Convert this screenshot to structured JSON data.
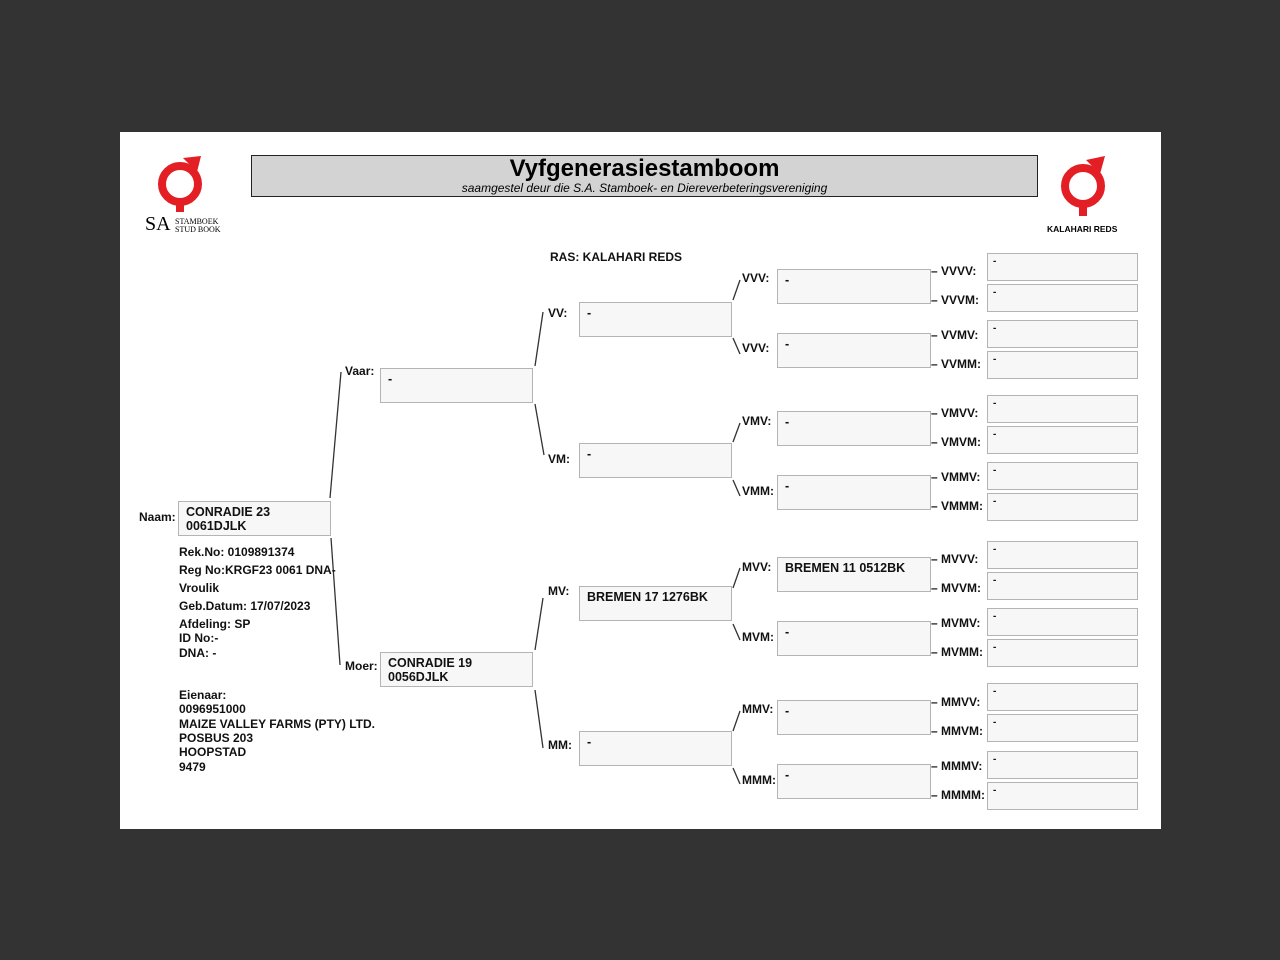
{
  "header": {
    "title": "Vyfgenerasiestamboom",
    "subtitle": "saamgestel deur die S.A. Stamboek- en Diereverbeteringsvereniging",
    "left_logo": {
      "sa": "SA",
      "line1": "STAMBOEK",
      "line2": "STUD BOOK"
    },
    "right_logo": {
      "text": "KALAHARI REDS"
    },
    "brand_color": "#e31e24"
  },
  "breed": "RAS: KALAHARI REDS",
  "animal": {
    "label": "Naam:",
    "name": "CONRADIE 23\n0061DJLK",
    "details": [
      "Rek.No: 0109891374",
      "Reg No:KRGF23 0061 DNA-",
      "Vroulik",
      "Geb.Datum: 17/07/2023",
      "Afdeling: SP",
      "ID No:-",
      "DNA: -"
    ],
    "owner": [
      "Eienaar:",
      "0096951000",
      "MAIZE VALLEY FARMS (PTY) LTD.",
      "POSBUS 203",
      "HOOPSTAD",
      "9479"
    ]
  },
  "gen1": [
    {
      "label": "Vaar:",
      "value": "-"
    },
    {
      "label": "Moer:",
      "value": "CONRADIE 19\n0056DJLK"
    }
  ],
  "gen2": [
    {
      "label": "VV:",
      "value": "-"
    },
    {
      "label": "VM:",
      "value": "-"
    },
    {
      "label": "MV:",
      "value": "BREMEN 17 1276BK"
    },
    {
      "label": "MM:",
      "value": "-"
    }
  ],
  "gen3": [
    {
      "label": "VVV:",
      "value": "-"
    },
    {
      "label": "VVV:",
      "value": "-"
    },
    {
      "label": "VMV:",
      "value": "-"
    },
    {
      "label": "VMM:",
      "value": "-"
    },
    {
      "label": "MVV:",
      "value": "BREMEN 11 0512BK"
    },
    {
      "label": "MVM:",
      "value": "-"
    },
    {
      "label": "MMV:",
      "value": "-"
    },
    {
      "label": "MMM:",
      "value": "-"
    }
  ],
  "gen4": [
    {
      "label": "– VVVV:",
      "value": "-"
    },
    {
      "label": "– VVVM:",
      "value": "-"
    },
    {
      "label": "– VVMV:",
      "value": "-"
    },
    {
      "label": "– VVMM:",
      "value": "-"
    },
    {
      "label": "– VMVV:",
      "value": "-"
    },
    {
      "label": "– VMVM:",
      "value": "-"
    },
    {
      "label": "– VMMV:",
      "value": "-"
    },
    {
      "label": "– VMMM:",
      "value": "-"
    },
    {
      "label": "– MVVV:",
      "value": "-"
    },
    {
      "label": "– MVVM:",
      "value": "-"
    },
    {
      "label": "– MVMV:",
      "value": "-"
    },
    {
      "label": "– MVMM:",
      "value": "-"
    },
    {
      "label": "– MMVV:",
      "value": "-"
    },
    {
      "label": "– MMVM:",
      "value": "-"
    },
    {
      "label": "– MMMV:",
      "value": "-"
    },
    {
      "label": "– MMMM:",
      "value": "-"
    }
  ]
}
